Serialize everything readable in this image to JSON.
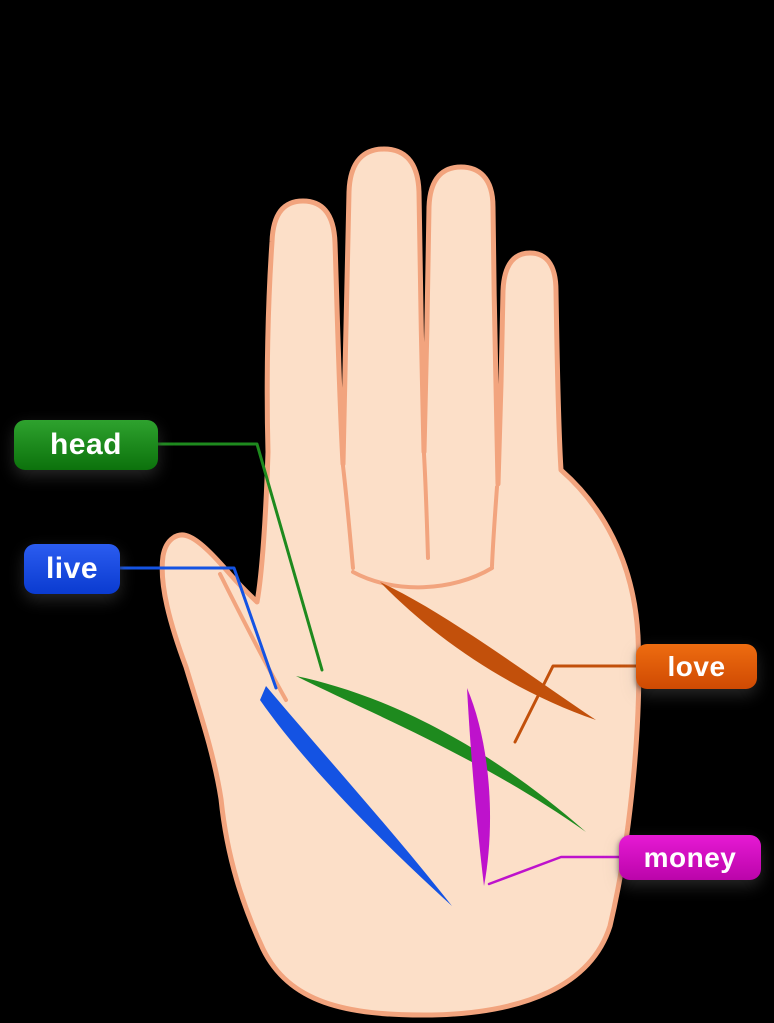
{
  "diagram": {
    "background_color": "#000000",
    "hand": {
      "skin_color": "#FCDFC8",
      "outline_color": "#F2A47E"
    },
    "annotations": {
      "head": {
        "label": "head",
        "line_color": "#1E8A1E",
        "chip_top": "#2EA22E",
        "chip_bottom": "#0C720C"
      },
      "live": {
        "label": "live",
        "line_color": "#1453E3",
        "chip_top": "#2B5CF0",
        "chip_bottom": "#0A3BD0"
      },
      "love": {
        "label": "love",
        "line_color": "#C2500B",
        "chip_top": "#EE6C10",
        "chip_bottom": "#CF4A03"
      },
      "money": {
        "label": "money",
        "line_color": "#BE12CC",
        "chip_top": "#E61AD4",
        "chip_bottom": "#BB04AA"
      }
    }
  }
}
